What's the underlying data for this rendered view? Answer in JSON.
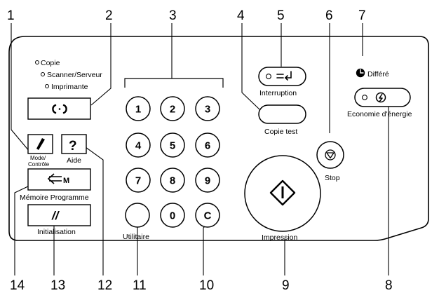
{
  "callouts": [
    "1",
    "2",
    "3",
    "4",
    "5",
    "6",
    "7",
    "8",
    "9",
    "10",
    "11",
    "12",
    "13",
    "14"
  ],
  "mode_options": [
    "Copie",
    "Scanner/Serveur",
    "Imprimante"
  ],
  "labels": {
    "mode_controle_line1": "Mode/",
    "mode_controle_line2": "Contrôle",
    "aide": "Aide",
    "memoire_programme": "Mémoire Programme",
    "initialisation": "Initialisation",
    "utilitaire": "Utilitaire",
    "interruption": "Interruption",
    "copie_test": "Copie test",
    "stop": "Stop",
    "differe": "Différé",
    "economie": "Economie d'énergie",
    "impression": "Impression"
  },
  "keypad": [
    "1",
    "2",
    "3",
    "4",
    "5",
    "6",
    "7",
    "8",
    "9",
    "0",
    "C"
  ],
  "icons": {
    "mode_switch": "mode-switch-icon",
    "pencil": "pencil-icon",
    "help": "question-mark-icon",
    "program_memory": "program-memory-icon",
    "reset": "double-slash-icon",
    "interrupt": "interrupt-icon",
    "stop": "stop-icon",
    "timer": "timer-icon",
    "energy": "energy-saver-icon",
    "start": "start-icon"
  },
  "glyphs": {
    "help": "?",
    "program_memory_letter": "M",
    "reset": "//"
  }
}
